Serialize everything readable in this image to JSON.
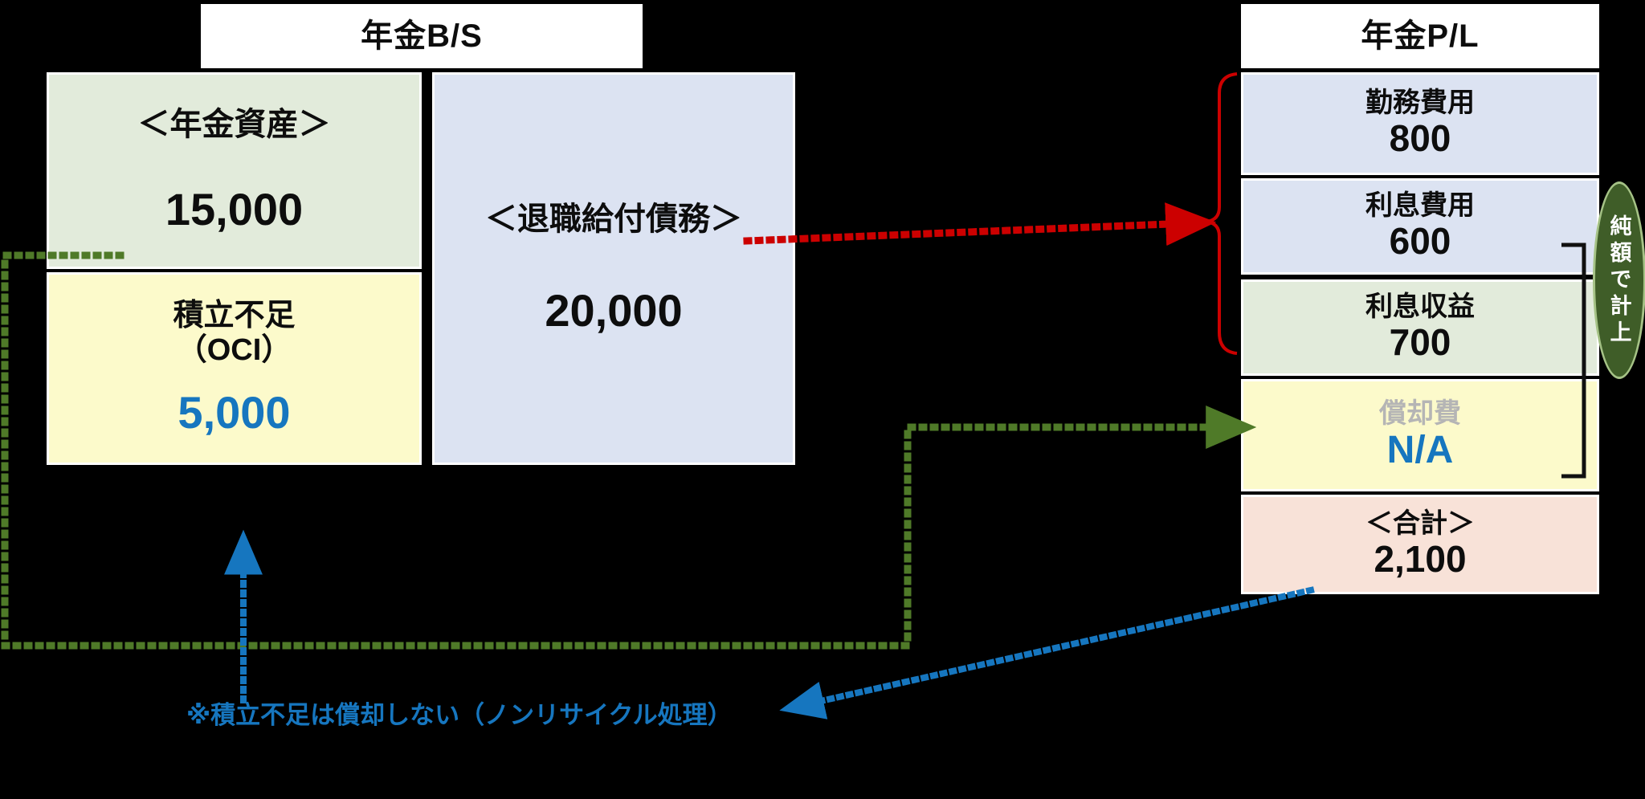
{
  "diagram": {
    "bs_panel": {
      "title": "年金B/S",
      "asset_box": {
        "label": "＜年金資産＞",
        "value": "15,000",
        "fill": "#e2ebdb"
      },
      "shortfall_box": {
        "label_line1": "積立不足",
        "label_line2": "（OCI）",
        "value": "5,000",
        "fill": "#fcfacb",
        "value_color": "#1676bf"
      },
      "obligation_box": {
        "label": "＜退職給付債務＞",
        "value": "20,000",
        "fill": "#dce3f2"
      }
    },
    "pl_panel": {
      "title": "年金P/L",
      "rows": [
        {
          "label": "勤務費用",
          "value": "800",
          "fill": "#dce3f2",
          "label_color": "#0d0d0d",
          "value_color": "#0d0d0d"
        },
        {
          "label": "利息費用",
          "value": "600",
          "fill": "#dce3f2",
          "label_color": "#0d0d0d",
          "value_color": "#0d0d0d"
        },
        {
          "label": "利息収益",
          "value": "700",
          "fill": "#e2ebdb",
          "label_color": "#0d0d0d",
          "value_color": "#0d0d0d"
        },
        {
          "label": "償却費",
          "value": "N/A",
          "fill": "#fcfacb",
          "label_color": "#b5b5b5",
          "value_color": "#1676bf"
        },
        {
          "label": "＜合計＞",
          "value": "2,100",
          "fill": "#f8e2d8",
          "label_color": "#0d0d0d",
          "value_color": "#0d0d0d"
        }
      ]
    },
    "callout_oval": {
      "text": "純額で計上",
      "fill": "#3f5d28",
      "stroke": "#a5c286"
    },
    "footnote": {
      "text": "※積立不足は償却しない（ノンリサイクル処理）",
      "color": "#1676bf"
    },
    "connectors": {
      "red_arrow_label": "red-dotted-arrow-obligation-to-costs",
      "green_arrow_label": "green-dotted-arrow-asset-to-interest-income",
      "blue_arrow_up_label": "blue-dotted-arrow-to-shortfall",
      "blue_arrow_left_label": "blue-dotted-arrow-amortization-note",
      "red_brace_label": "red-brace-service-interest-cost",
      "black_bracket_label": "black-bracket-net-interest",
      "red_color": "#cc0000",
      "green_color": "#4f7a28",
      "blue_color": "#1676bf",
      "black_color": "#111111"
    }
  }
}
